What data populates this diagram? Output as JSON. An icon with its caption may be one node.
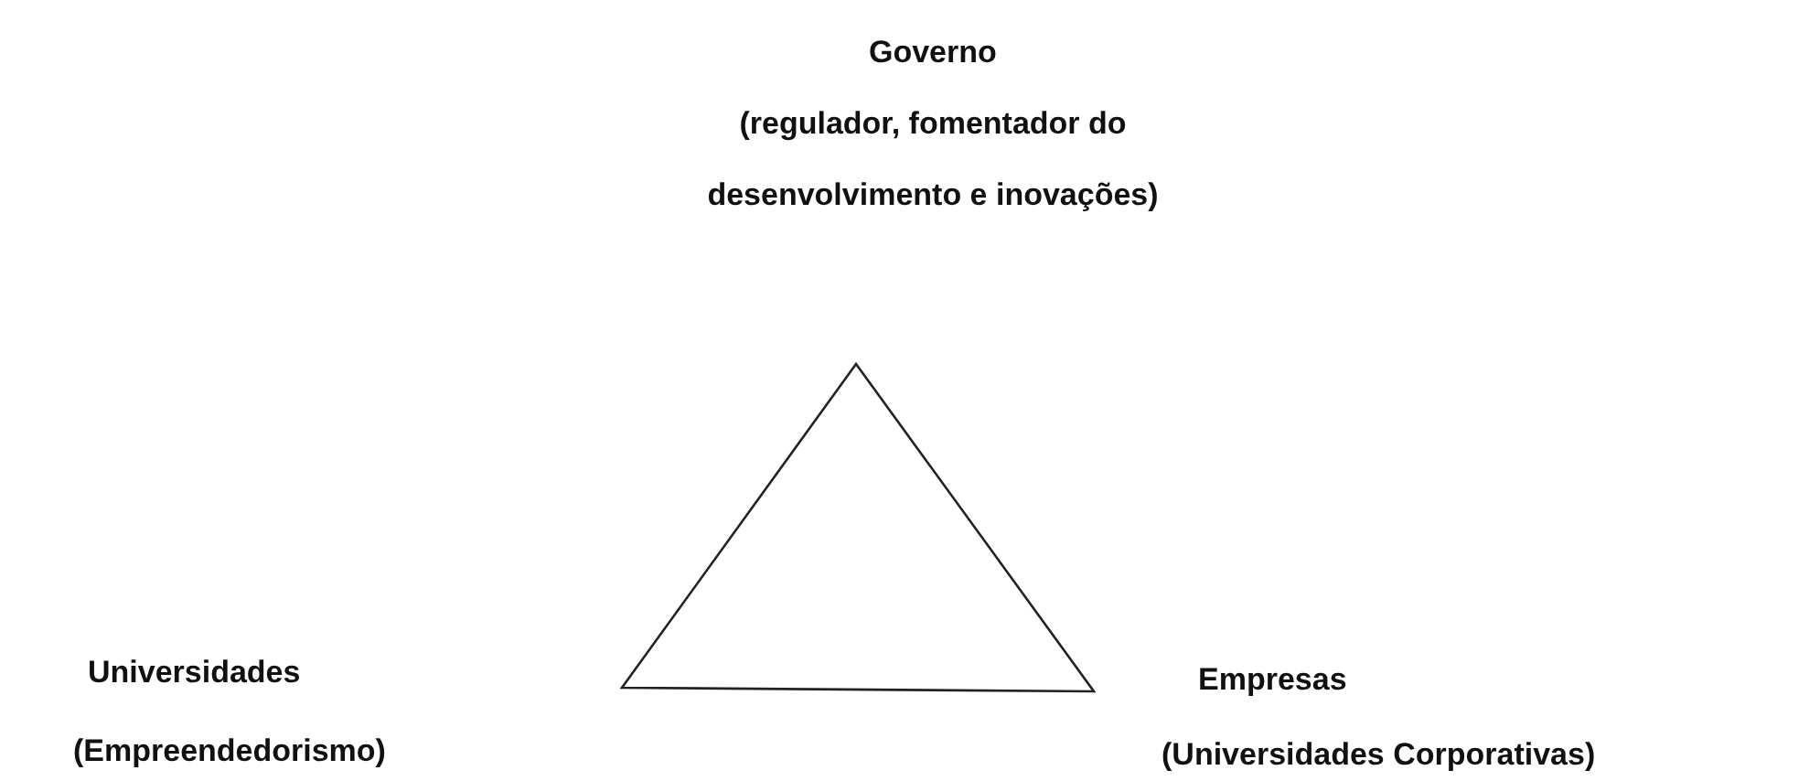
{
  "diagram": {
    "labels": [
      "Governo",
      "(regulador, fomentador do desenvolvimento e inovações)",
      "Universidades",
      "(Empreendedorismo)",
      "Empresas",
      "(Universidades Corporativas)"
    ]
  }
}
